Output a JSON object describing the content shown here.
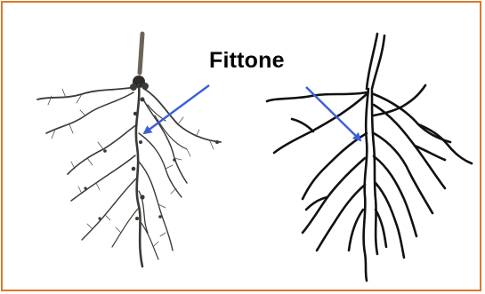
{
  "annotation": {
    "label": "Fittone"
  },
  "colors": {
    "border": "#d9792e",
    "arrow": "#3a5fd9",
    "root_photo": "#3a3a36",
    "root_sketch": "#111111"
  },
  "panels": [
    "root-photo",
    "root-line-drawing"
  ]
}
